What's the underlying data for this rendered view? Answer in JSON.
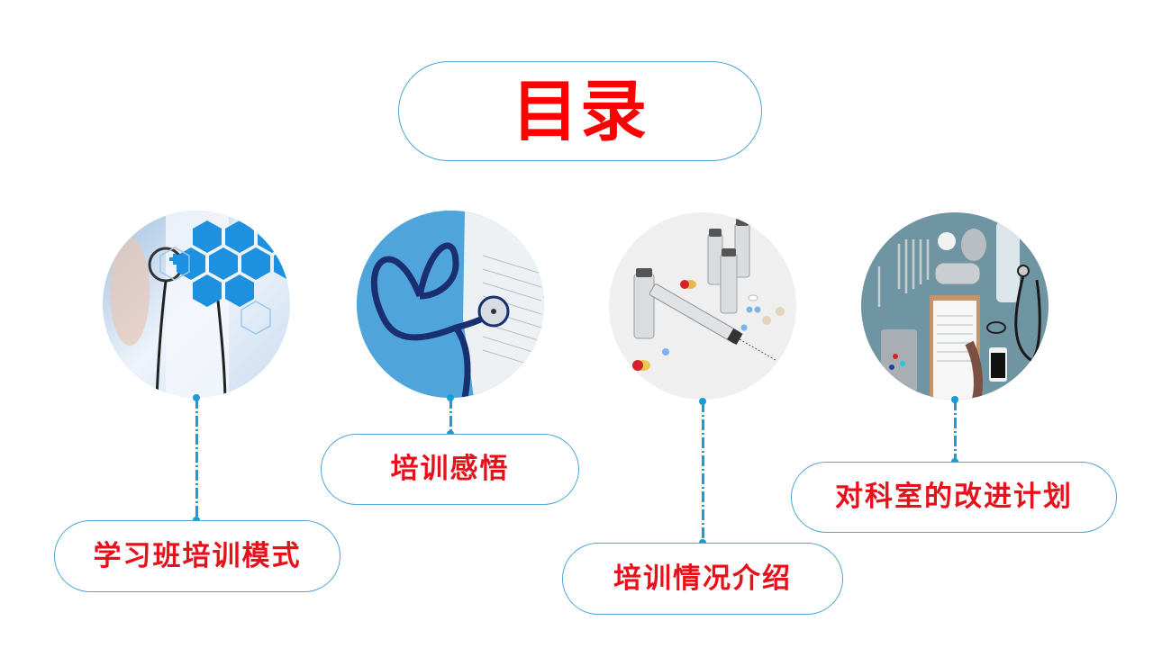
{
  "slide": {
    "title": "目录",
    "colors": {
      "title_text": "#ff0000",
      "item_text": "#e8101a",
      "border": "#4aa8d2",
      "connector": "#1a9ad6"
    },
    "items": [
      {
        "index": 1,
        "label": "学习班培训模式",
        "image": "doctor-stethoscope-medical-icons-photo"
      },
      {
        "index": 2,
        "label": "培训感悟",
        "image": "heart-shaped-stethoscope-on-scrubs-photo"
      },
      {
        "index": 3,
        "label": "培训情况介绍",
        "image": "syringe-vials-pills-photo"
      },
      {
        "index": 4,
        "label": "对科室的改进计划",
        "image": "medical-tools-clipboard-flatlay-photo"
      }
    ]
  }
}
